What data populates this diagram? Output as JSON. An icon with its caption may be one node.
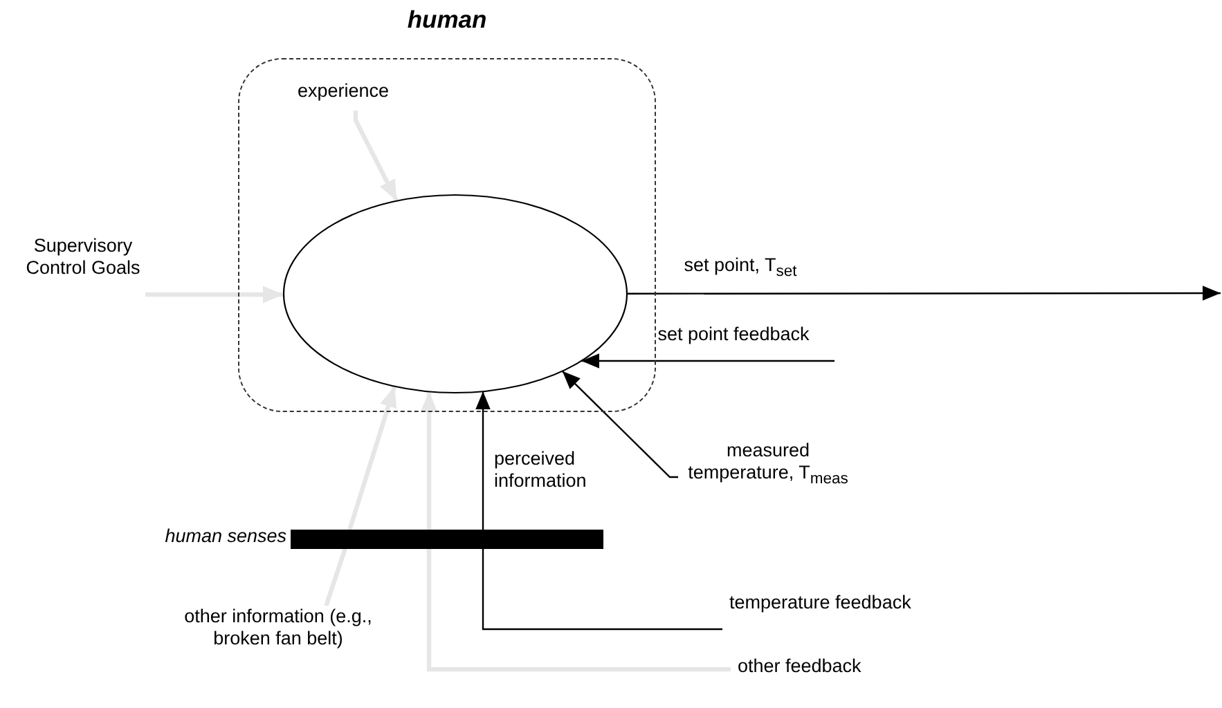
{
  "diagram": {
    "nodes": [
      {
        "text": [
          "human"
        ]
      },
      {
        "text": [],
        "shape": "ellipse",
        "in": 0
      },
      {
        "text": [
          "experience"
        ],
        "in": 0
      },
      {
        "text": [
          "Supervisory Control Goals"
        ]
      },
      {
        "text": [],
        "shape": "bar",
        "beside": [
          "human senses"
        ]
      },
      {
        "text": [
          "other information (e.g., broken fan belt)"
        ]
      },
      {
        "text": [
          "temperature feedback"
        ]
      },
      {
        "text": [
          "other feedback"
        ]
      },
      {
        "text": [
          "measured temperature, T$_{meas}$"
        ]
      }
    ],
    "edges": [
      {
        "from": 2,
        "to": 1,
        "arrow": "to",
        "color": "#e6e6e6"
      },
      {
        "from": 3,
        "to": 1,
        "arrow": "to",
        "color": "#e6e6e6"
      },
      {
        "from": 1,
        "to": null,
        "arrow": "to",
        "label": "set point, T$_{set}$",
        "color": "#000000"
      },
      {
        "from": null,
        "to": 1,
        "arrow": "to",
        "label": "set point feedback",
        "color": "#000000"
      },
      {
        "from": 8,
        "to": 1,
        "arrow": "to",
        "color": "#000000"
      },
      {
        "from": 6,
        "to": 4,
        "arrow": "none",
        "color": "#000000"
      },
      {
        "from": 4,
        "to": 1,
        "arrow": "to",
        "label": "perceived information",
        "color": "#000000"
      },
      {
        "from": 7,
        "to": 4,
        "arrow": "none",
        "color": "#e6e6e6"
      },
      {
        "from": 4,
        "to": 1,
        "arrow": "to",
        "color": "#e6e6e6"
      },
      {
        "from": 5,
        "to": 4,
        "arrow": "none",
        "color": "#e6e6e6"
      },
      {
        "from": 4,
        "to": 1,
        "arrow": "to",
        "color": "#e6e6e6"
      }
    ]
  }
}
